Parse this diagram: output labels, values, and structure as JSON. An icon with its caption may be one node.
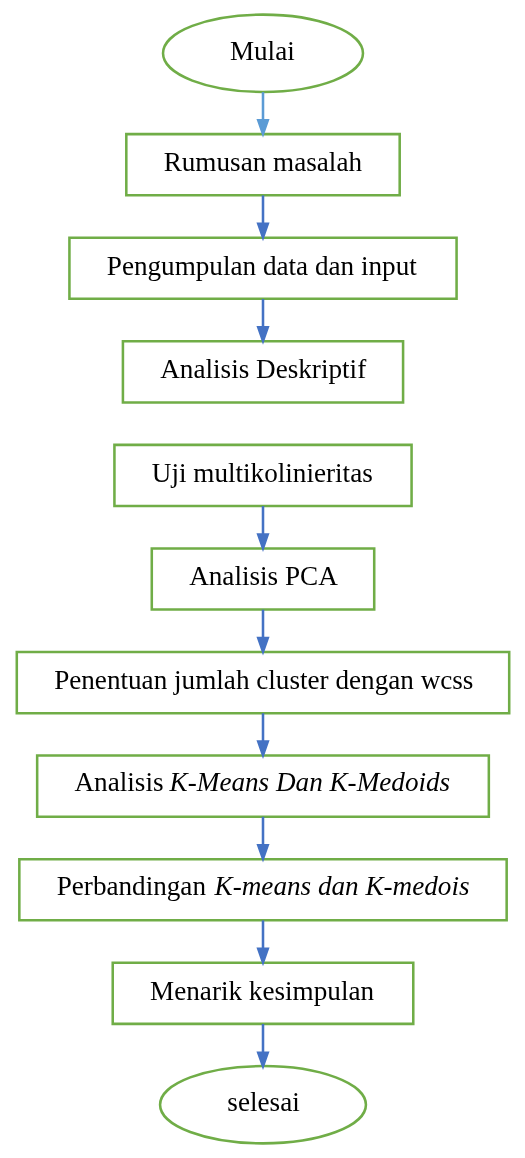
{
  "diagram": {
    "nodes": [
      {
        "text": [
          "Mulai"
        ]
      },
      {
        "text": [
          "Rumusan masalah"
        ]
      },
      {
        "text": [
          "Pengumpulan data dan input"
        ]
      },
      {
        "text": [
          "Analisis Deskriptif"
        ]
      },
      {
        "text": [
          "Uji multikolinieritas"
        ]
      },
      {
        "text": [
          "Analisis PCA"
        ]
      },
      {
        "text": [
          "Penentuan jumlah cluster dengan wcss"
        ]
      },
      {
        "text": [
          "Analisis *K-Means Dan K-Medoids*"
        ]
      },
      {
        "text": [
          "Perbandingan *K-means dan K-medois*"
        ]
      },
      {
        "text": [
          "Menarik kesimpulan"
        ]
      },
      {
        "text": [
          "selesai"
        ]
      }
    ],
    "edges": [
      {
        "from": 0,
        "to": 1,
        "arrow": "to",
        "color": "#5b9bd5"
      },
      {
        "from": 1,
        "to": 2,
        "arrow": "to"
      },
      {
        "from": 2,
        "to": 3,
        "arrow": "to"
      },
      {
        "from": 4,
        "to": 5,
        "arrow": "to"
      },
      {
        "from": 5,
        "to": 6,
        "arrow": "to"
      },
      {
        "from": 6,
        "to": 7,
        "arrow": "to"
      },
      {
        "from": 7,
        "to": 8,
        "arrow": "to"
      },
      {
        "from": 8,
        "to": 9,
        "arrow": "to"
      },
      {
        "from": 9,
        "to": 10,
        "arrow": "to"
      }
    ]
  }
}
